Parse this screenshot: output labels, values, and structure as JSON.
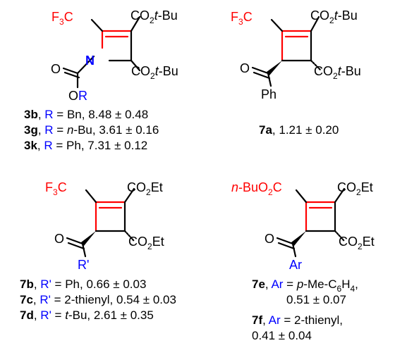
{
  "colors": {
    "highlight": "#ff0000",
    "substituent": "#0000ff",
    "text": "#000000"
  },
  "labels": {
    "cf3_f": "F",
    "cf3_sub": "3",
    "cf3_c": "C",
    "co2": "CO",
    "two": "2",
    "tbu": "t",
    "bu": "-Bu",
    "et": "Et",
    "n_atom": "N",
    "o_atom": "O",
    "ph": "Ph",
    "r": "R",
    "r_prime": "R'",
    "ar": "Ar",
    "nbu_n": "n",
    "nbu_rest": "-BuO"
  },
  "compounds": [
    {
      "id": "3b",
      "sub_label": "R",
      "eq": " = Bn, ",
      "value": "8.48 ± 0.48"
    },
    {
      "id": "3g",
      "sub_label": "R",
      "eq_italic": "n",
      "eq": "-Bu, ",
      "value": "3.61 ± 0.16"
    },
    {
      "id": "3k",
      "sub_label": "R",
      "eq": " = Ph, ",
      "value": "7.31 ± 0.12"
    },
    {
      "id": "7a",
      "value": "1.21 ± 0.20"
    },
    {
      "id": "7b",
      "sub_label": "R'",
      "eq": " = Ph, ",
      "value": "0.66 ± 0.03"
    },
    {
      "id": "7c",
      "sub_label": "R'",
      "eq": " = 2-thienyl, ",
      "value": "0.54 ± 0.03"
    },
    {
      "id": "7d",
      "sub_label": "R'",
      "eq_italic": "t",
      "eq": "-Bu, ",
      "value": "2.61 ± 0.35"
    },
    {
      "id": "7e",
      "sub_label": "Ar",
      "eq_italic": "p",
      "eq": "-Me-C",
      "eq_sub": "6",
      "eq_tail": "H",
      "eq_sub2": "4",
      "value": "0.51 ± 0.07"
    },
    {
      "id": "7f",
      "sub_label": "Ar",
      "eq": " = 2-thienyl,",
      "value": "0.41 ± 0.04"
    }
  ]
}
